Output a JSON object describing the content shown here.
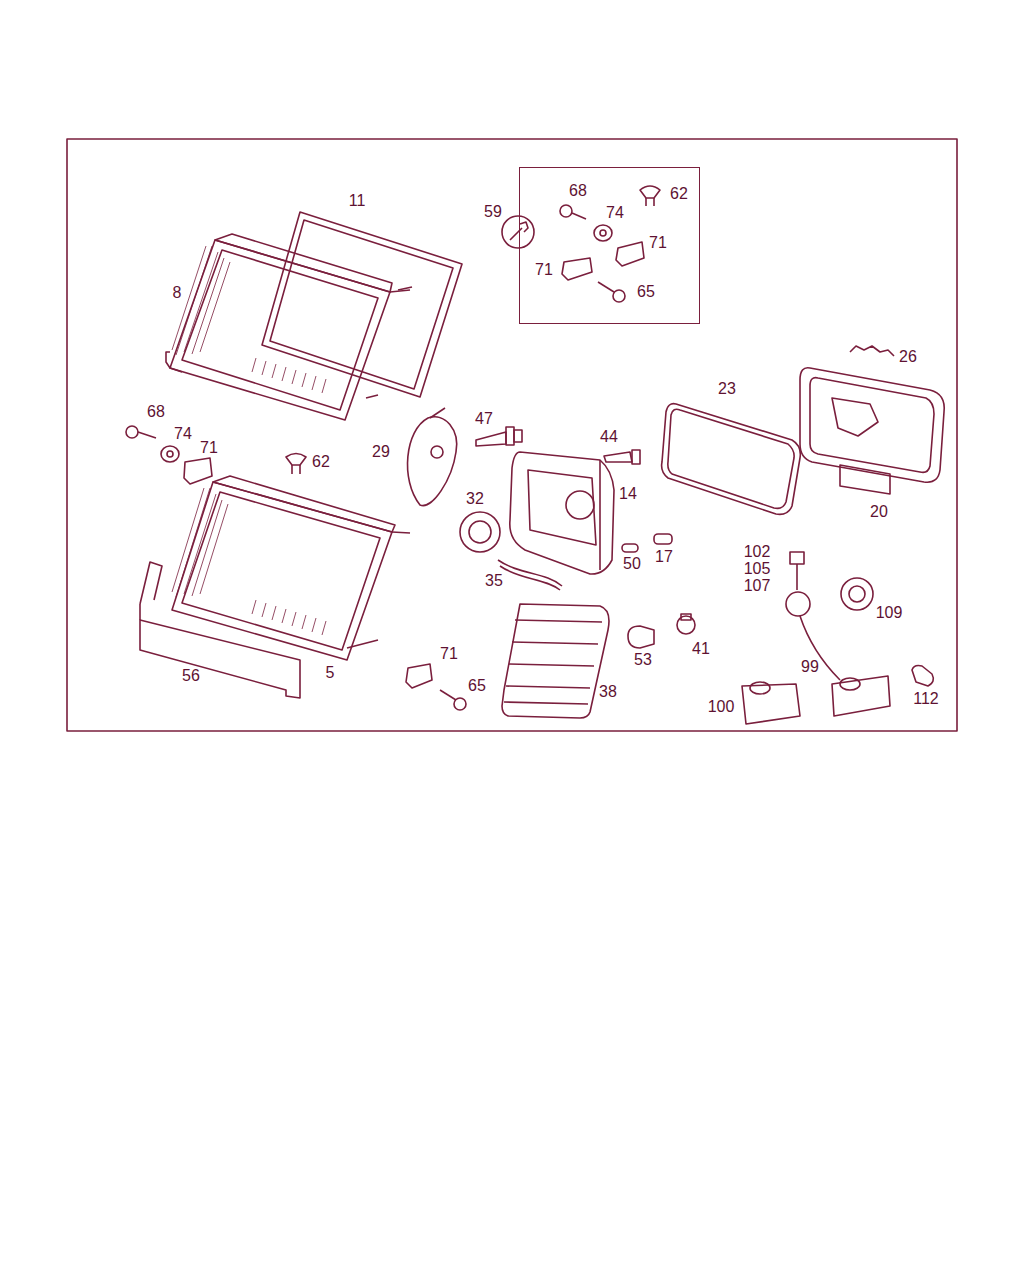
{
  "diagram": {
    "nodes": [
      {
        "text": [
          "59",
          "68",
          "62",
          "74",
          "71",
          "71",
          "65"
        ]
      }
    ],
    "labels": [
      "11",
      "8",
      "68",
      "74",
      "71",
      "62",
      "29",
      "47",
      "44",
      "14",
      "32",
      "35",
      "50",
      "17",
      "53",
      "41",
      "38",
      "71",
      "65",
      "56",
      "5",
      "23",
      "26",
      "20",
      "102",
      "105",
      "107",
      "109",
      "99",
      "100",
      "112"
    ]
  }
}
